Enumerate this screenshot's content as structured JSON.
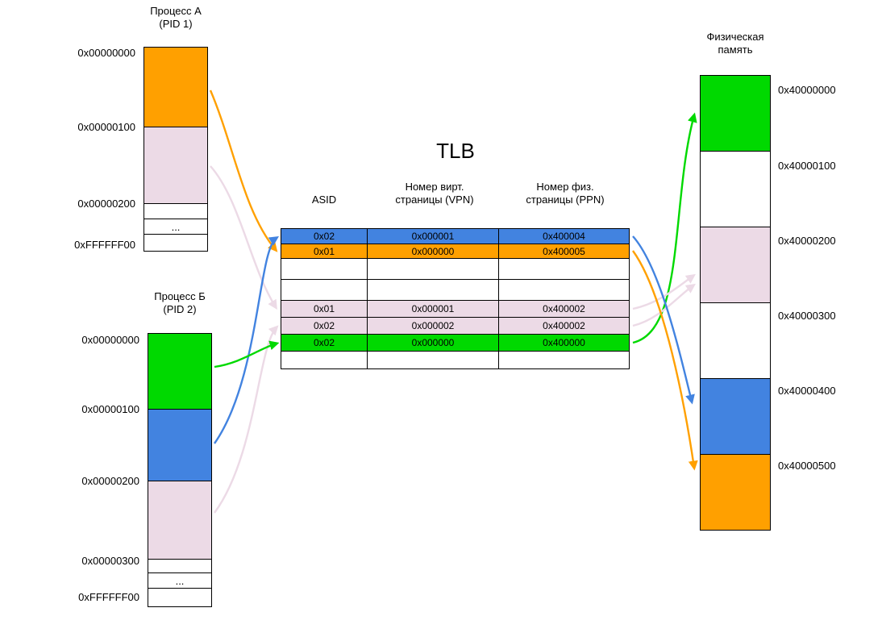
{
  "colors": {
    "orange": "#FFA000",
    "pink": "#ECDAE6",
    "green": "#00D900",
    "blue": "#4283E0",
    "white": "#FFFFFF"
  },
  "process_a": {
    "title_line1": "Процесс А",
    "title_line2": "(PID 1)",
    "labels": [
      "0x00000000",
      "0x00000100",
      "0x00000200",
      "0xFFFFFF00"
    ],
    "ellipsis": "...",
    "blocks": [
      "#FFA000",
      "#ECDAE6",
      "#FFFFFF",
      "#FFFFFF",
      "#FFFFFF"
    ]
  },
  "process_b": {
    "title_line1": "Процесс Б",
    "title_line2": "(PID 2)",
    "labels": [
      "0x00000000",
      "0x00000100",
      "0x00000200",
      "0x00000300",
      "0xFFFFFF00"
    ],
    "ellipsis": "...",
    "blocks": [
      "#00D900",
      "#4283E0",
      "#ECDAE6",
      "#FFFFFF",
      "#FFFFFF",
      "#FFFFFF"
    ]
  },
  "tlb": {
    "title": "TLB",
    "headers": {
      "asid": "ASID",
      "vpn_line1": "Номер вирт.",
      "vpn_line2": "страницы (VPN)",
      "ppn_line1": "Номер физ.",
      "ppn_line2": "страницы (PPN)"
    },
    "rows": [
      {
        "asid": "0x02",
        "vpn": "0x000001",
        "ppn": "0x400004",
        "color": "#4283E0"
      },
      {
        "asid": "0x01",
        "vpn": "0x000000",
        "ppn": "0x400005",
        "color": "#FFA000"
      },
      {
        "asid": "",
        "vpn": "",
        "ppn": "",
        "color": "#FFFFFF"
      },
      {
        "asid": "",
        "vpn": "",
        "ppn": "",
        "color": "#FFFFFF"
      },
      {
        "asid": "0x01",
        "vpn": "0x000001",
        "ppn": "0x400002",
        "color": "#ECDAE6"
      },
      {
        "asid": "0x02",
        "vpn": "0x000002",
        "ppn": "0x400002",
        "color": "#ECDAE6"
      },
      {
        "asid": "0x02",
        "vpn": "0x000000",
        "ppn": "0x400000",
        "color": "#00D900"
      },
      {
        "asid": "",
        "vpn": "",
        "ppn": "",
        "color": "#FFFFFF"
      }
    ]
  },
  "physical": {
    "title_line1": "Физическая",
    "title_line2": "память",
    "labels": [
      "0x40000000",
      "0x40000100",
      "0x40000200",
      "0x40000300",
      "0x40000400",
      "0x40000500"
    ],
    "blocks": [
      "#00D900",
      "#FFFFFF",
      "#ECDAE6",
      "#FFFFFF",
      "#4283E0",
      "#FFA000"
    ]
  }
}
